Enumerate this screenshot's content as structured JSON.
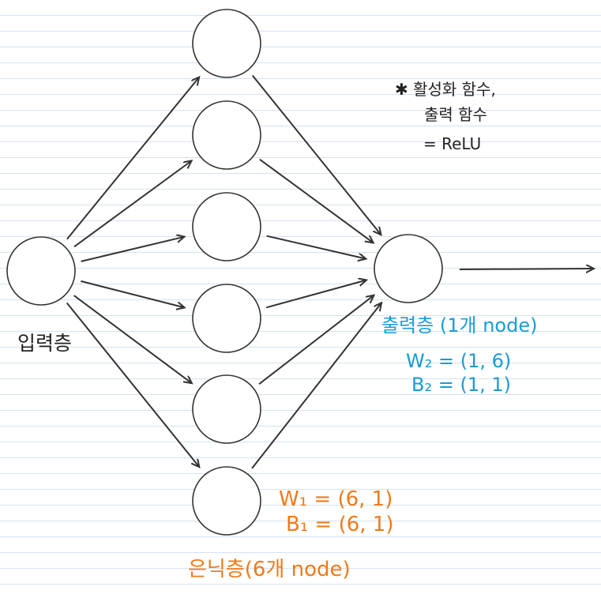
{
  "colors": {
    "ink": "#333333",
    "blue": "#1a9bd8",
    "orange": "#f07a1a",
    "line": "#d6e2ef"
  },
  "input_layer": {
    "label": "입력층",
    "nodes": 1
  },
  "hidden_layer": {
    "nodes": 6,
    "label": "은닉층(6개 node)",
    "weight": "W₁ = (6, 1)",
    "bias": "B₁ = (6, 1)"
  },
  "output_layer": {
    "nodes": 1,
    "label": "출력층 (1개 node)",
    "weight": "W₂ = (1, 6)",
    "bias": "B₂ = (1, 1)"
  },
  "note": {
    "line1": "✱ 활성화 함수,",
    "line2": "출력 함수",
    "line3": "= ReLU"
  }
}
